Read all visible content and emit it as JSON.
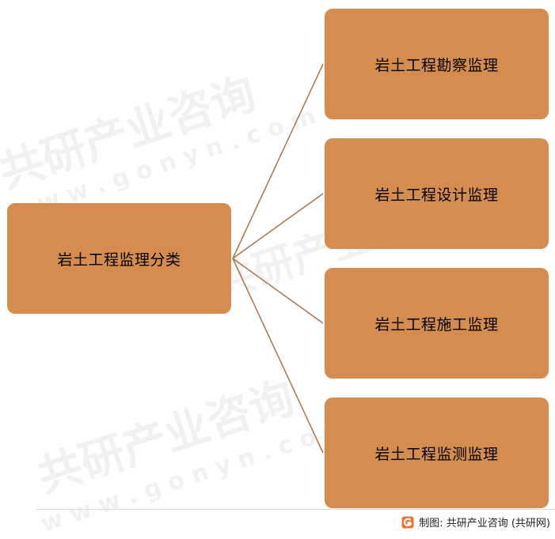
{
  "diagram": {
    "root": {
      "label": "岩土工程监理分类"
    },
    "children": [
      {
        "label": "岩土工程勘察监理"
      },
      {
        "label": "岩土工程设计监理"
      },
      {
        "label": "岩土工程施工监理"
      },
      {
        "label": "岩土工程监测监理"
      }
    ]
  },
  "watermark": {
    "brand": "共研产业咨询",
    "url": "w w w . g o n y n . c o m"
  },
  "footer": {
    "source": "制图: 共研产业咨询 (共研网)"
  },
  "colors": {
    "box_fill": "#d58c4f",
    "connector": "#a9764b",
    "logo_accent": "#e8743b"
  },
  "icons": {
    "footer_logo": "gonyn-logo-icon"
  }
}
